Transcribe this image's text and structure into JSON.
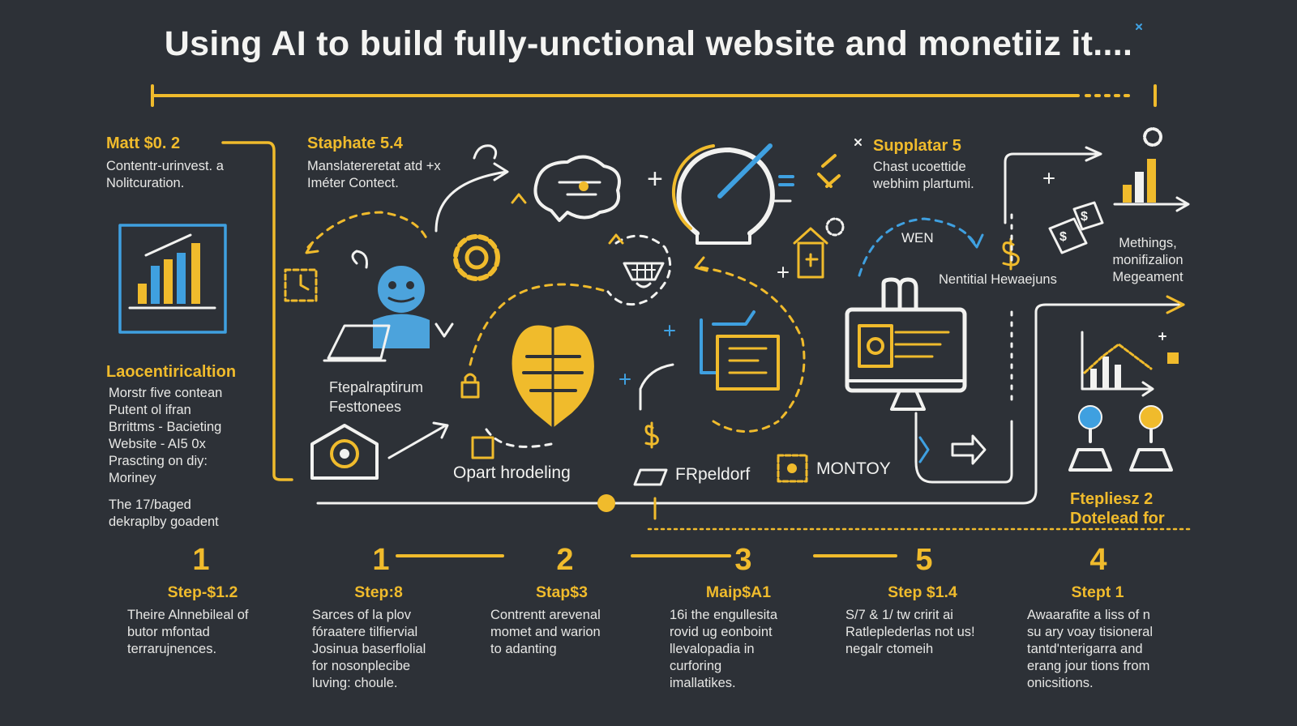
{
  "title": "Using AI to build fully-unctional website and monetiiz it....",
  "colors": {
    "background": "#2d3137",
    "accent_yellow": "#f0bb2c",
    "accent_blue": "#3fa0e0",
    "line": "#f2f2f0"
  },
  "left_panel": {
    "heading": "Matt $0. 2",
    "lines": [
      "Contentr-urinvest. a",
      "Nolitcuration."
    ],
    "section_heading": "Laocentiricaltion",
    "section_lines": [
      "Morstr five contean",
      "Putent ol ifran",
      "Brrittms - Bacieting",
      "Website - AI5 0x",
      "Prascting on diy:",
      "Moriney"
    ],
    "footer_lines": [
      "The 17/baged",
      "dekraplby goadent"
    ]
  },
  "upper_labels": {
    "stage_heading": "Staphate 5.4",
    "stage_lines": [
      "Manslatereretat atd +x",
      "Iméter Contect."
    ],
    "support_heading": "Supplatar 5",
    "support_lines": [
      "Chast ucoettide",
      "webhim plartumi."
    ],
    "wen": "WEN",
    "nential": "Nentitial Hewaejuns",
    "methods_lines": [
      "Methings,",
      "monifizalion",
      "Megeament"
    ]
  },
  "middle_labels": {
    "prep_lines": [
      "Ftepalraptirum",
      "Festtonees"
    ],
    "opart": "Opart hrodeling",
    "frpeldorf": "FRpeldorf",
    "montoy": "MONTOY"
  },
  "right_labels": {
    "lines": [
      "Ftepliesz 2",
      "Dotelead for"
    ]
  },
  "steps": [
    {
      "number": "1",
      "label": "Step-$1.2",
      "desc": [
        "Theire Alnnebileal of",
        "butor mfontad",
        "terrarujnences."
      ]
    },
    {
      "number": "1",
      "label": "Step:8",
      "desc": [
        "Sarces of la plov",
        "fóraatere tilfiervial",
        "Josinua baserflolial",
        "for nosonplecibe",
        "luving: choule."
      ]
    },
    {
      "number": "2",
      "label": "Stap$3",
      "desc": [
        "Contrentt arevenal",
        "momet and warion",
        "to adanting"
      ]
    },
    {
      "number": "3",
      "label": "Maip$A1",
      "desc": [
        "16i the engullesita",
        "rovid ug eonboint",
        "llevalopadia in",
        "curforing",
        "imallatikes."
      ]
    },
    {
      "number": "5",
      "label": "Step $1.4",
      "desc": [
        "S/7 & 1/ tw cririt ai",
        "Ratleplederlas not us!",
        "negalr ctomeih"
      ]
    },
    {
      "number": "4",
      "label": "Stept 1",
      "desc": [
        "Awaarafite a liss of n",
        "su ary voay tisioneral",
        "tantd'nterigarra and",
        "erang jour tions from",
        "onicsitions."
      ]
    }
  ]
}
